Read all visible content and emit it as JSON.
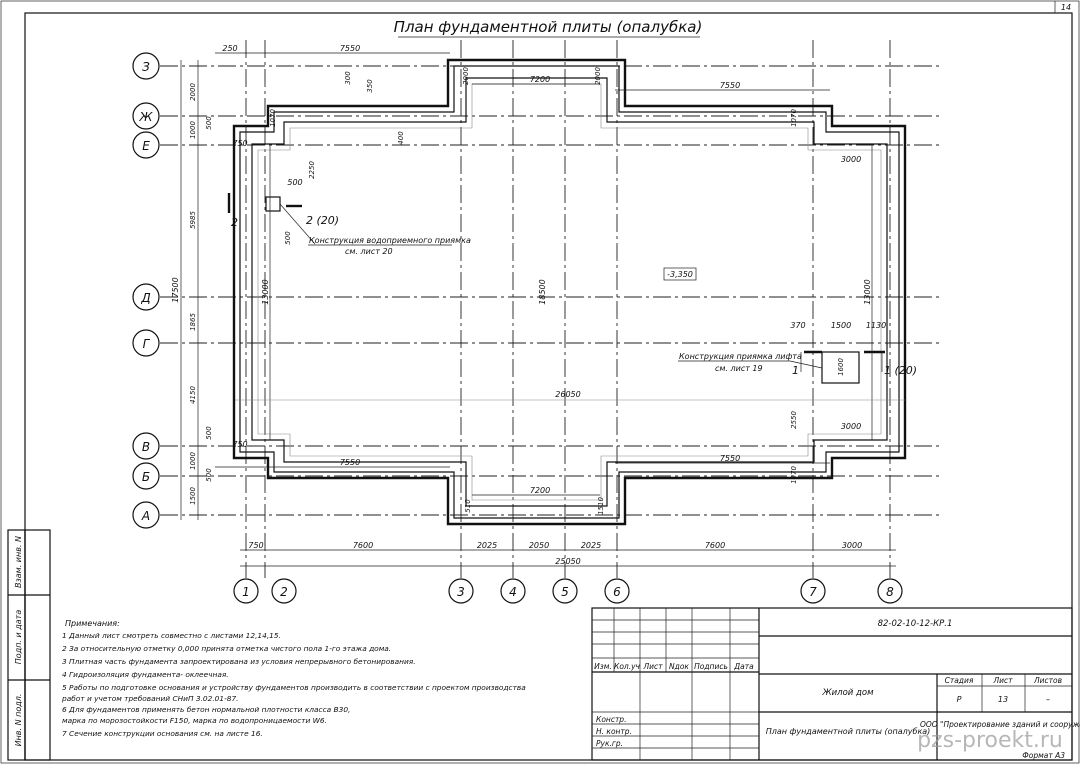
{
  "sheet_number": "14",
  "title": "План фундаментной плиты (опалубка)",
  "row_axes": [
    "З",
    "Ж",
    "Е",
    "Д",
    "Г",
    "В",
    "Б",
    "А"
  ],
  "column_axes": [
    "1",
    "2",
    "3",
    "4",
    "5",
    "6",
    "7",
    "8"
  ],
  "dimensions": {
    "top_left": "250",
    "top_bay_left": "7550",
    "top_bay_right": "7550",
    "top_center": "7200",
    "bottom_center": "7200",
    "bottom_bay_left": "7550",
    "bottom_bay_right": "7550",
    "bottom_row": [
      "750",
      "7600",
      "2025",
      "2050",
      "2025",
      "7600",
      "3000"
    ],
    "overall_bottom": "25050",
    "overall_middle": "26050",
    "left_chain": [
      "2000",
      "1000",
      "5985",
      "1865",
      "4150",
      "1000",
      "1500"
    ],
    "left_overall": "17500",
    "left_offsets": [
      "500",
      "750",
      "500",
      "750",
      "500"
    ],
    "vertical_inner_left": "13000",
    "vertical_inner_right": "13000",
    "vertical_center": "18500",
    "top_notch": [
      "300",
      "350",
      "400",
      "2000",
      "1070",
      "2000"
    ],
    "right_lower": [
      "3000",
      "3000",
      "2550",
      "1070"
    ],
    "pit_dims": [
      "500",
      "2250",
      "500"
    ],
    "lift_dims": [
      "370",
      "1500",
      "1130",
      "1600"
    ],
    "small_bottom": [
      "510",
      "1510"
    ]
  },
  "elevation": "-3,350",
  "callouts": {
    "pit_label": "Конструкция водоприемного приямка",
    "pit_ref": "см. лист 20",
    "pit_section": "2 (20)",
    "pit_cut": "2",
    "lift_label": "Конструкция приямка лифта",
    "lift_ref": "см. лист 19",
    "lift_section": "1 (20)",
    "lift_cut": "1"
  },
  "notes": {
    "heading": "Примечания:",
    "items": [
      "1  Данный лист смотреть совместно с листами 12,14,15.",
      "2  За относительную отметку 0,000 принята отметка чистого пола 1-го этажа дома.",
      "3  Плитная часть фундамента запроектирована из условия непрерывного бетонирования.",
      "4  Гидроизоляция фундамента- оклеечная.",
      "5  Работы по подготовке основания и устройству фундаментов производить в соответствии с проектом производства",
      "    работ и учетом требований СНиП 3.02.01-87.",
      "6  Для фундаментов применять бетон нормальной плотности класса В30,",
      "    марка по морозостойкости F150, марка по водопроницаемости W6.",
      "7  Сечение конструкции основания см. на листе 16."
    ]
  },
  "side_stamp": [
    "Взам. инв. N",
    "Подп. и дата",
    "Инв. N подл."
  ],
  "title_block": {
    "code": "82-02-10-12-КР.1",
    "col_headers": [
      "Изм.",
      "Кол.уч",
      "Лист",
      "Nдок",
      "Подпись",
      "Дата"
    ],
    "roles": [
      "Констр.",
      "Н. контр.",
      "Рук.гр."
    ],
    "object": "Жилой дом",
    "stage_header": "Стадия",
    "sheet_header": "Лист",
    "sheets_header": "Листов",
    "stage": "Р",
    "sheet": "13",
    "sheets": "–",
    "drawing_name": "План фундаментной плиты (опалубка)",
    "company": "ООО \"Проектирование зданий и сооружений\"",
    "format": "Формат А3"
  },
  "watermark": "pzs-proekt.ru"
}
